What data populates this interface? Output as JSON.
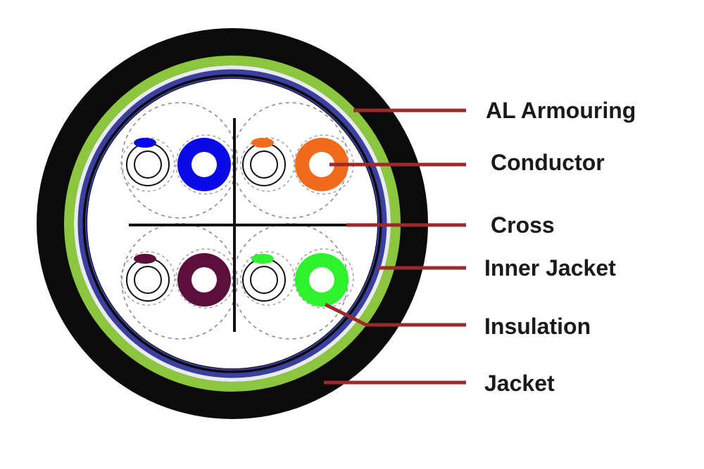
{
  "diagram": {
    "labels": [
      {
        "id": "al-armouring",
        "text": "AL Armouring"
      },
      {
        "id": "conductor",
        "text": "Conductor"
      },
      {
        "id": "cross",
        "text": "Cross"
      },
      {
        "id": "inner-jacket",
        "text": "Inner Jacket"
      },
      {
        "id": "insulation",
        "text": "Insulation"
      },
      {
        "id": "jacket",
        "text": "Jacket"
      }
    ]
  },
  "colors": {
    "jacket": "#0b0b0b",
    "armour_green": "#8cc63f",
    "inner_jacket_blue": "#3a3fa0",
    "core_fill": "#ffffff",
    "pair_blue": "#0a0ae6",
    "pair_orange": "#f26a1b",
    "pair_maroon": "#5b0f3a",
    "pair_green": "#2ef22e",
    "leader_line": "#9b2a2a",
    "label_text": "#1a1a1a"
  }
}
